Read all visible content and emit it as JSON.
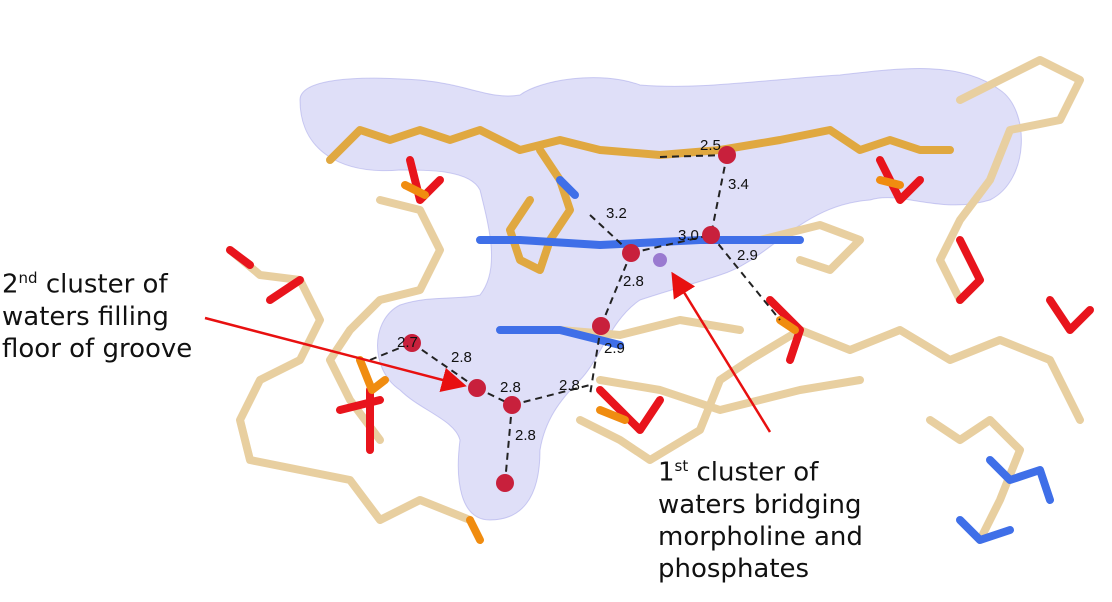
{
  "distances": [
    "2.5",
    "3.4",
    "3.2",
    "3.0",
    "2.9",
    "2.8",
    "2.9",
    "2.7",
    "2.8",
    "2.8",
    "2.8",
    "2.8"
  ],
  "annotation_left": {
    "num": "2",
    "sup": "nd",
    "lines": [
      " cluster of",
      "waters filling",
      "floor of groove"
    ]
  },
  "annotation_right": {
    "num": "1",
    "sup": "st",
    "lines": [
      " cluster of",
      "waters bridging",
      "morpholine and",
      "phosphates"
    ]
  },
  "colors": {
    "carbon_dna": "#e8cfa0",
    "carbon_ligand": "#e0a840",
    "oxygen": "#e8141c",
    "nitrogen": "#3f6fe8",
    "phosphorus": "#f08c10",
    "water": "#c8203c",
    "surface": "#b8b8f0",
    "arrow": "#e81010"
  }
}
